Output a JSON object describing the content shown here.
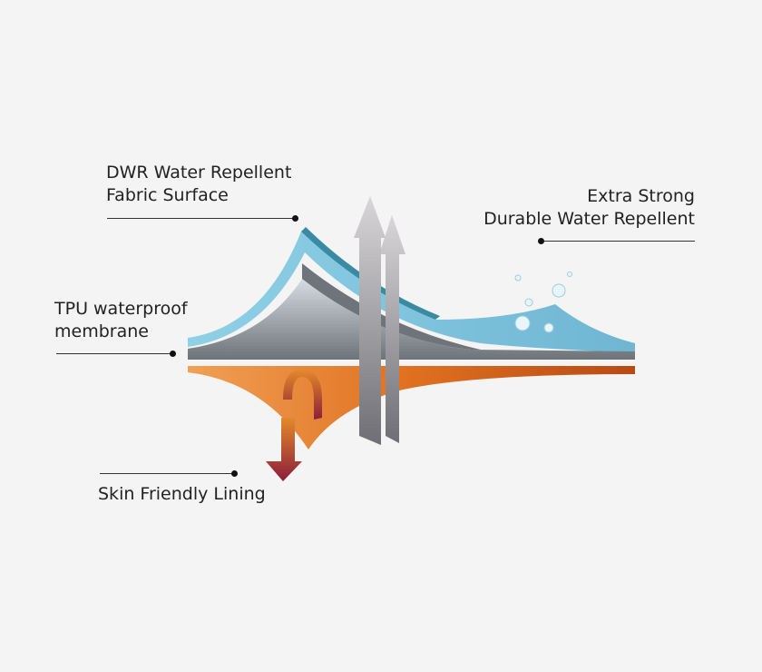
{
  "labels": {
    "dwr": [
      "DWR Water Repellent",
      "Fabric Surface"
    ],
    "extra": [
      "Extra Strong",
      "Durable Water Repellent"
    ],
    "tpu": [
      "TPU waterproof",
      "membrane"
    ],
    "lining": [
      "Skin Friendly Lining"
    ]
  },
  "colors": {
    "background": "#f4f4f4",
    "dwr_layer": "#7cc3dc",
    "membrane": "#8e959b",
    "lining": "#e8792e",
    "vapor_arrows": "#9a9a9e",
    "heat_arrow": "#8c1d3a"
  }
}
